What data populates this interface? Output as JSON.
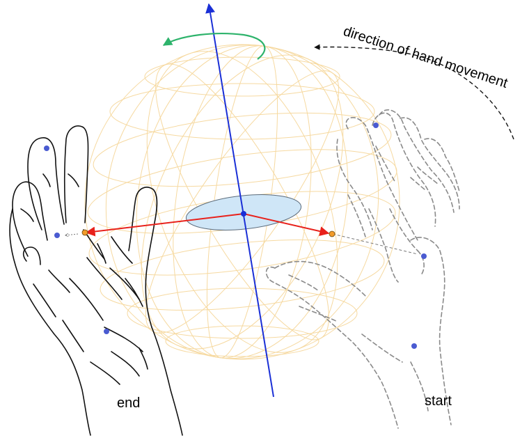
{
  "labels": {
    "direction": "direction of hand movement",
    "end": "end",
    "start": "start"
  },
  "colors": {
    "sphere_wire": "#f6d9a0",
    "vertical_axis": "#1a2fd6",
    "rotation_arrow": "#2db36b",
    "vectors": "#e8211b",
    "ellipse_fill": "#cfe6f7",
    "ellipse_stroke": "#5a6a7a",
    "end_hand": "#111111",
    "start_hand": "#8a8a8a",
    "markers": "#4a5bd1",
    "endpoints": "#f29b2b"
  },
  "icons": {
    "rotation": "curved-arrow-icon",
    "direction": "dashed-arc-arrow-icon"
  }
}
